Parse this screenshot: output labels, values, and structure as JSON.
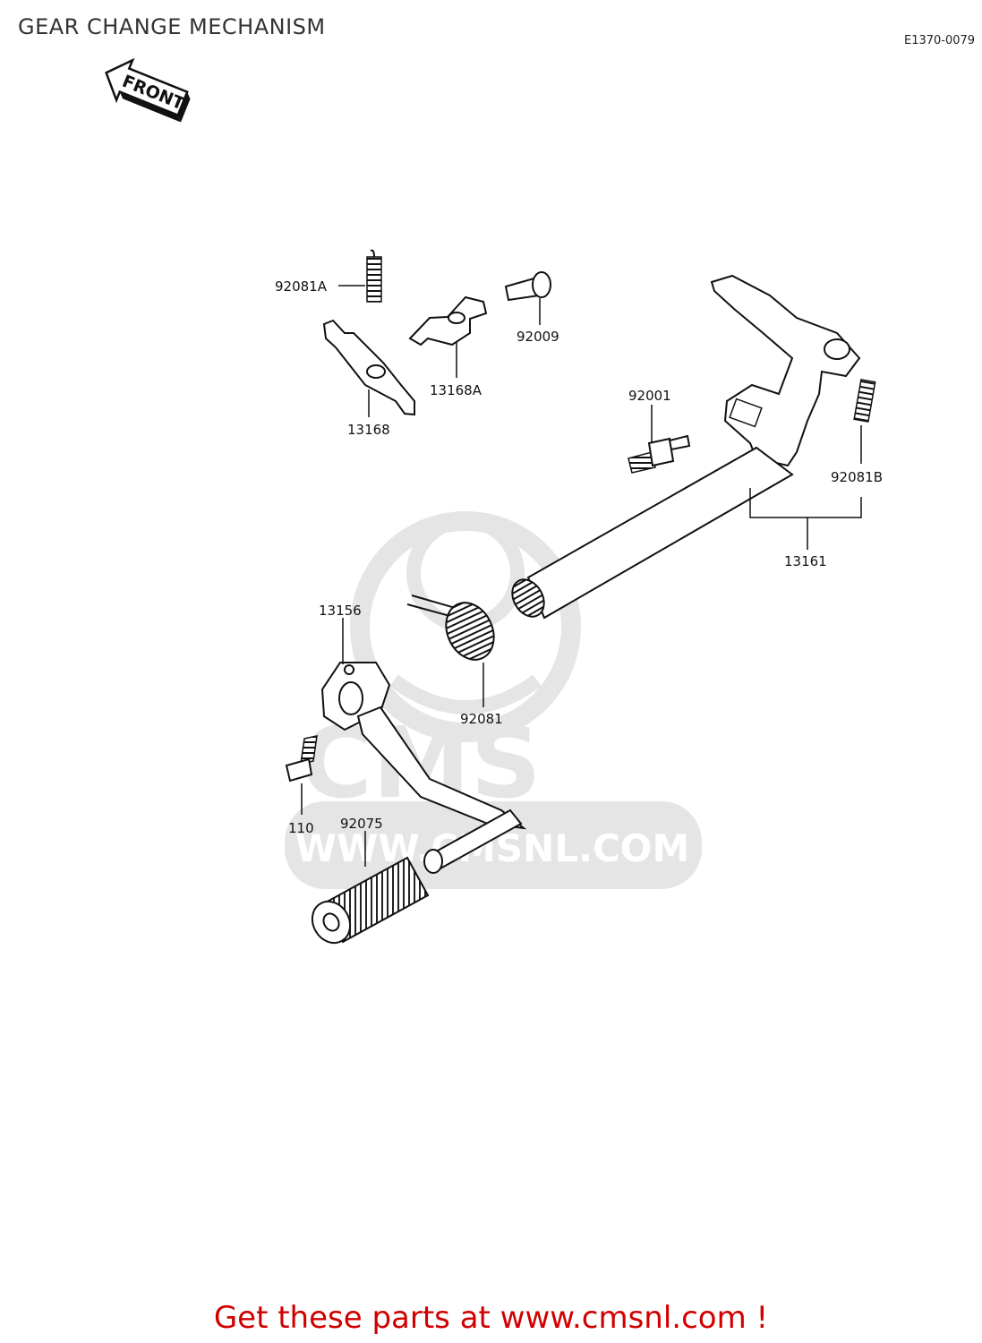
{
  "header": {
    "title": "GEAR CHANGE MECHANISM",
    "code": "E1370-0079"
  },
  "front_arrow": {
    "label": "FRONT"
  },
  "watermark": {
    "brand": "CMS",
    "url": "WWW.CMSNL.COM"
  },
  "parts": [
    {
      "id": "92081A",
      "label": "92081A"
    },
    {
      "id": "13168",
      "label": "13168"
    },
    {
      "id": "13168A",
      "label": "13168A"
    },
    {
      "id": "92009",
      "label": "92009"
    },
    {
      "id": "92001",
      "label": "92001"
    },
    {
      "id": "92081B",
      "label": "92081B"
    },
    {
      "id": "13161",
      "label": "13161"
    },
    {
      "id": "13156",
      "label": "13156"
    },
    {
      "id": "92081",
      "label": "92081"
    },
    {
      "id": "110",
      "label": "110"
    },
    {
      "id": "92075",
      "label": "92075"
    }
  ],
  "footer": {
    "text": "Get these parts at www.cmsnl.com !"
  }
}
